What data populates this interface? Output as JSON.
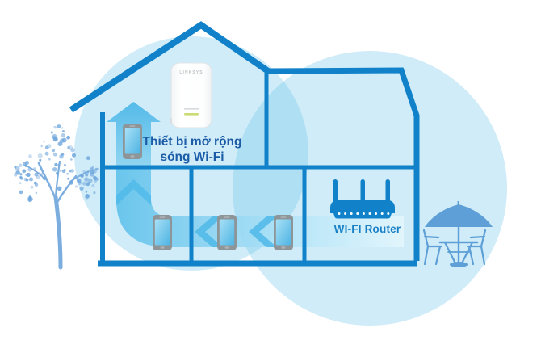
{
  "diagram": {
    "title_implied": "Wi-Fi range extender home coverage diagram",
    "extender_label_line1": "Thiết bị mở rộng",
    "extender_label_line2": "sóng Wi-Fi",
    "router_label": "WI-FI Router",
    "extender_brand": "LINKSYS",
    "ground_floor_phone_count": 3,
    "attic_phone_count": 1
  },
  "colors": {
    "house_outline_blue": "#1182C9",
    "coverage_circle_blue": "#C9EAF8",
    "flow_band_blue": "#55BDEA",
    "chevron_blue": "#4FB9E8",
    "label_dark_blue": "#1C5CA7",
    "router_text_blue": "#1A80C6",
    "furniture_blue": "#5D9FD6",
    "tree_blue": "#7CADDF",
    "phone_body_gray": "#8E9598",
    "extender_led_green": "#CBDC74",
    "background": "#FFFFFF"
  }
}
